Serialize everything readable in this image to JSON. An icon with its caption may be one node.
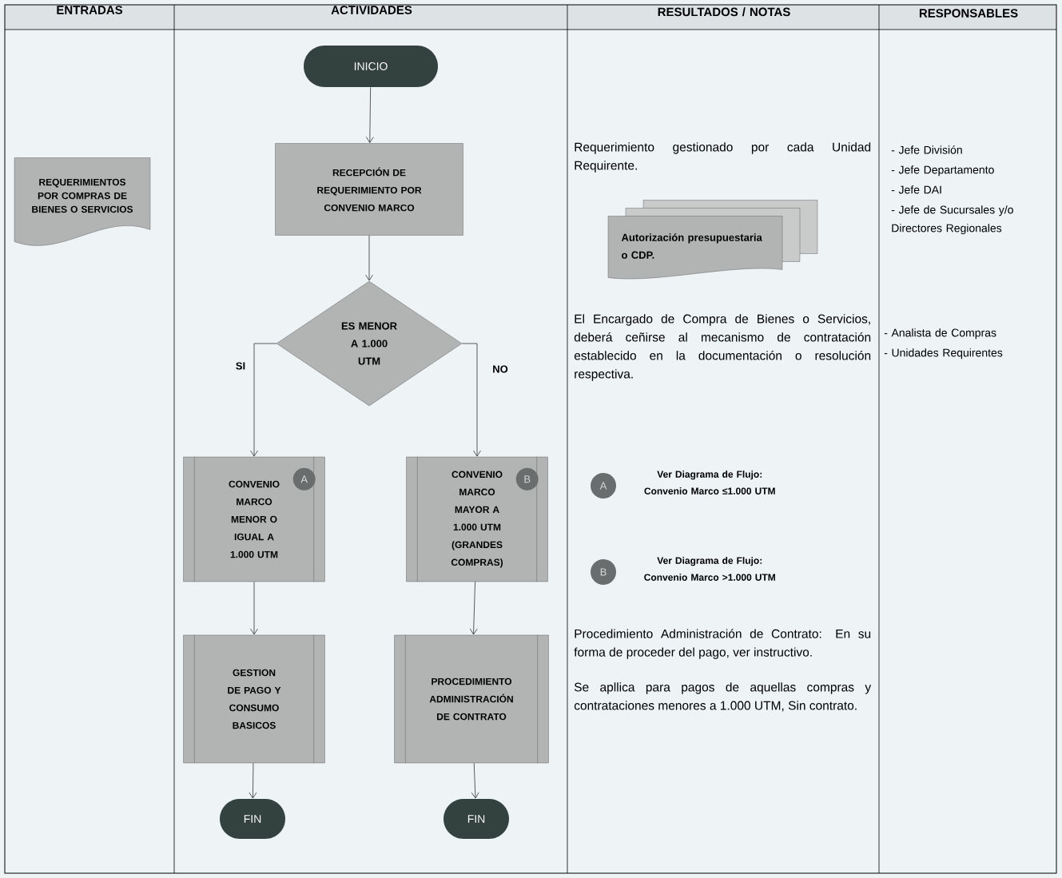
{
  "diagram": {
    "nodes": [
      {
        "text": [
          "REQUERIMIENTOS POR COMPRAS DE BIENES O SERVICIOS"
        ]
      },
      {
        "text": [
          "INICIO"
        ]
      },
      {
        "text": [
          "RECEPCIÓN DE REQUERIMIENTO POR CONVENIO MARCO"
        ]
      },
      {
        "text": [
          "ES MENOR A 1.000 UTM"
        ]
      },
      {
        "text": [
          "CONVENIO MARCO MENOR O IGUAL A 1.000 UTM"
        ]
      },
      {
        "text": [
          "A"
        ],
        "in": 4
      },
      {
        "text": [
          "CONVENIO MARCO MAYOR A 1.000 UTM (GRANDES COMPRAS)"
        ]
      },
      {
        "text": [
          "B"
        ],
        "in": 6
      },
      {
        "text": [
          "GESTION DE PAGO Y CONSUMO BASICOS"
        ]
      },
      {
        "text": [
          "PROCEDIMIENTO ADMINISTRACIÓN DE CONTRATO"
        ]
      },
      {
        "text": [
          "FIN"
        ]
      },
      {
        "text": [
          "FIN"
        ]
      },
      {
        "text": [
          "Autorización presupuestaria o CDP."
        ]
      },
      {
        "text": [
          "A"
        ],
        "beside": [
          "Ver Diagrama de Flujo: Convenio Marco ≤1.000 UTM"
        ]
      },
      {
        "text": [
          "B"
        ],
        "beside": [
          "Ver Diagrama de Flujo: Convenio Marco >1.000 UTM"
        ]
      }
    ],
    "edges": [
      {
        "from": 1,
        "to": 2,
        "arrow": "to"
      },
      {
        "from": 2,
        "to": 3,
        "arrow": "to"
      },
      {
        "from": 3,
        "to": 4,
        "arrow": "to",
        "label": "SI"
      },
      {
        "from": 3,
        "to": 6,
        "arrow": "to",
        "label": "NO"
      },
      {
        "from": 4,
        "to": 8,
        "arrow": "to"
      },
      {
        "from": 6,
        "to": 9,
        "arrow": "to"
      },
      {
        "from": 8,
        "to": 10,
        "arrow": "to"
      },
      {
        "from": 9,
        "to": 11,
        "arrow": "to"
      }
    ],
    "labels": [
      "ENTRADAS",
      "ACTIVIDADES",
      "RESULTADOS / NOTAS",
      "RESPONSABLES",
      "Requerimiento gestionado por cada Unidad Requirente.",
      "- Jefe División",
      "- Jefe Departamento",
      "- Jefe DAI",
      "- Jefe de Sucursales y/o Directores Regionales",
      "El Encargado de Compra de Bienes o Servicios, deberá ceñirse al mecanismo de contratación establecido en la documentación o resolución respectiva.",
      "- Analista de Compras",
      "- Unidades Requirentes",
      "Procedimiento Administración de Contrato: En su forma de proceder del pago, ver instructivo.",
      "Se apllica para pagos de aquellas compras y contrataciones menores a 1.000 UTM, Sin contrato."
    ]
  }
}
